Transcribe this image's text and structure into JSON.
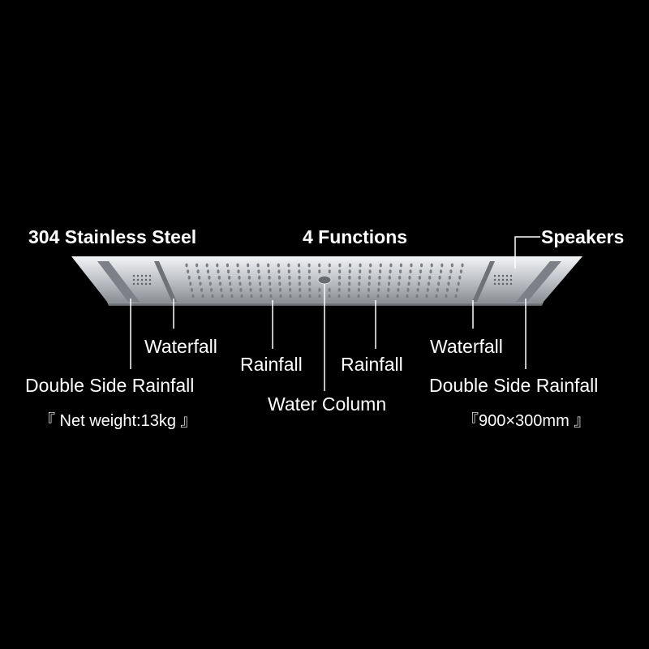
{
  "headline": {
    "material": "304 Stainless Steel",
    "functions": "4 Functions"
  },
  "callouts": {
    "speakers": "Speakers",
    "waterfall_left": "Waterfall",
    "waterfall_right": "Waterfall",
    "rainfall_left": "Rainfall",
    "rainfall_right": "Rainfall",
    "double_side_left": "Double Side Rainfall",
    "double_side_right": "Double Side Rainfall",
    "water_column": "Water Column"
  },
  "specs": {
    "net_weight": "『 Net weight:13kg 』",
    "size": "『900×300mm 』"
  },
  "colors": {
    "background": "#000000",
    "text": "#ffffff",
    "steel": "#c9ccd0"
  }
}
